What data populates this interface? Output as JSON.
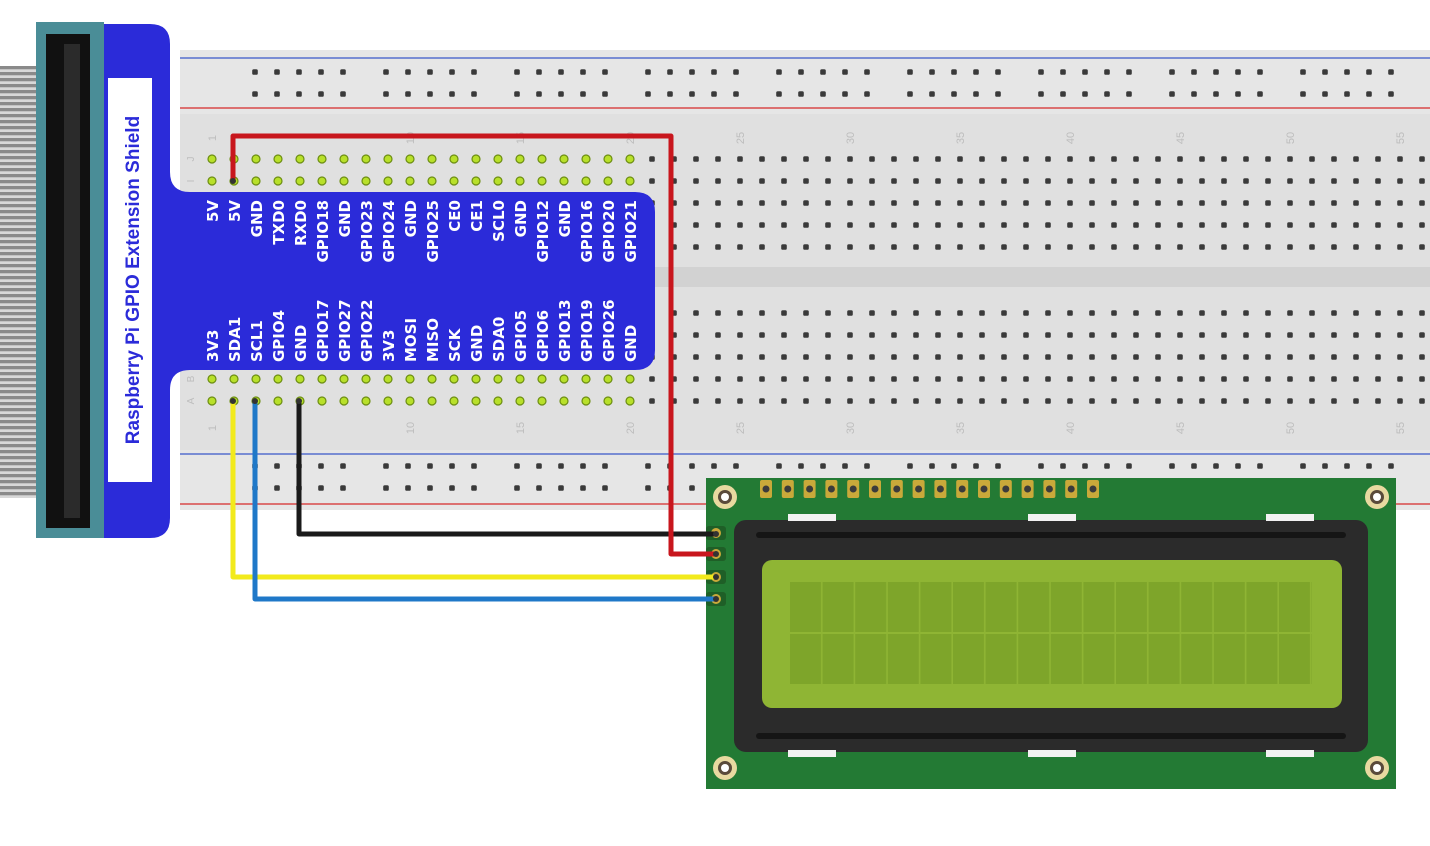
{
  "shield": {
    "title": "Raspberry Pi GPIO Extension Shield",
    "top_pins": [
      "5V",
      "5V",
      "GND",
      "TXD0",
      "RXD0",
      "GPIO18",
      "GND",
      "GPIO23",
      "GPIO24",
      "GND",
      "GPIO25",
      "CE0",
      "CE1",
      "SCL0",
      "GND",
      "GPIO12",
      "GND",
      "GPIO16",
      "GPIO20",
      "GPIO21"
    ],
    "bottom_pins": [
      "3V3",
      "SDA1",
      "SCL1",
      "GPIO4",
      "GND",
      "GPIO17",
      "GPIO27",
      "GPIO22",
      "3V3",
      "MOSI",
      "MISO",
      "SCK",
      "GND",
      "SDA0",
      "GPIO5",
      "GPIO6",
      "GPIO13",
      "GPIO19",
      "GPIO26",
      "GND"
    ]
  },
  "breadboard": {
    "column_numbers": [
      "1",
      "10",
      "15",
      "20",
      "25",
      "30",
      "35",
      "40",
      "45",
      "50",
      "55"
    ],
    "row_letters_top": [
      "J",
      "I"
    ],
    "row_letters_bottom": [
      "B",
      "A"
    ]
  },
  "wires": [
    {
      "name": "black-gnd-wire",
      "color": "#1a1a1a"
    },
    {
      "name": "red-5v-wire",
      "color": "#c8161d"
    },
    {
      "name": "yellow-sda-wire",
      "color": "#f2ea1c"
    },
    {
      "name": "blue-scl-wire",
      "color": "#1f78c8"
    }
  ],
  "colors": {
    "shield_blue": "#2b2bd9",
    "ribbon_teal": "#4a8d97",
    "lcd_pcb": "#237a34",
    "lcd_screen": "#8fb534",
    "breadboard": "#e2e2e2",
    "rail_red": "#d62a2a",
    "rail_blue": "#3b58c9"
  }
}
